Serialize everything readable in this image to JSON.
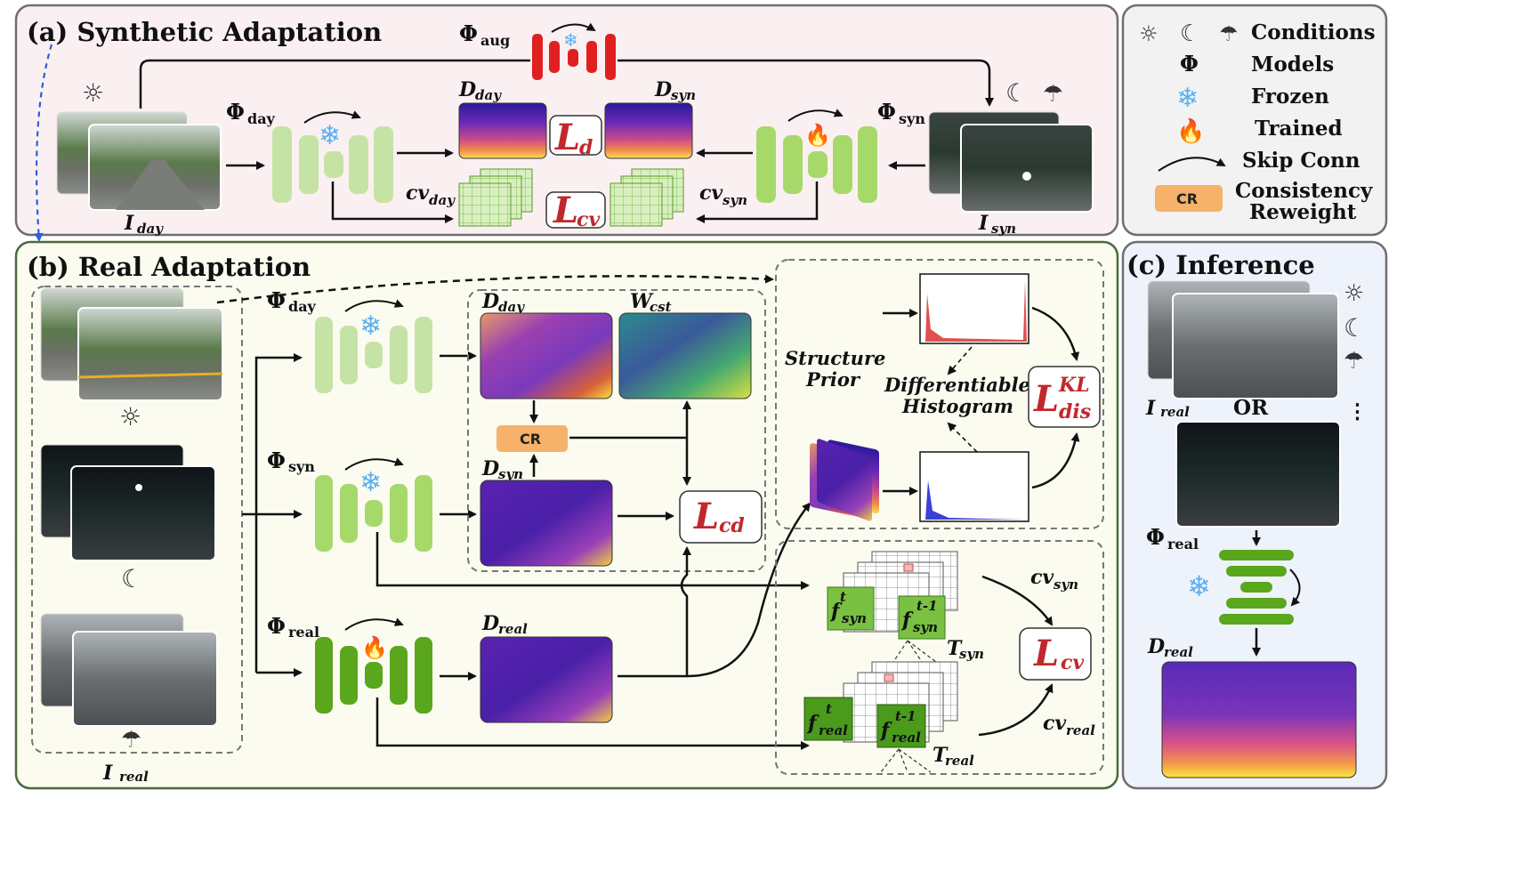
{
  "panels": {
    "a_title": "(a) Synthetic Adaptation",
    "b_title": "(b) Real Adaptation",
    "c_title": "(c) Inference"
  },
  "legend": {
    "conditions": "Conditions",
    "models": "Models",
    "frozen": "Frozen",
    "trained": "Trained",
    "skip_conn": "Skip Conn",
    "cr_badge": "CR",
    "consistency_line1": "Consistency",
    "consistency_line2": "Reweight"
  },
  "symbols": {
    "phi": "Φ",
    "I": "I",
    "D": "D",
    "W": "W",
    "cv": "cv",
    "L": "L",
    "T": "T",
    "f": "f"
  },
  "subscripts": {
    "aug": "aug",
    "day": "day",
    "syn": "syn",
    "real": "real",
    "cst": "cst",
    "d": "d",
    "cd": "cd",
    "dis": "dis",
    "KL": "KL",
    "t": "t",
    "t_minus_1": "t-1"
  },
  "labels": {
    "cr": "CR",
    "structure_prior_1": "Structure",
    "structure_prior_2": "Prior",
    "diff_hist_1": "Differentiable",
    "diff_hist_2": "Histogram",
    "or": "OR",
    "dots": "⋮"
  },
  "icons": {
    "sun": "sun-icon",
    "moon": "moon-icon",
    "rain": "rain-cloud-icon",
    "snowflake": "snowflake-icon",
    "fire": "fire-icon",
    "sun_char": "☼",
    "moon_char": "☾",
    "rain_char": "☂",
    "snow_char": "❄",
    "fire_char": "🔥",
    "phi_char": "Φ"
  },
  "colors": {
    "panel_a_bg": "#fbf0f1",
    "panel_b_bg": "#fbfbf0",
    "panel_c_bg": "#eef2fb",
    "legend_bg": "#f2f2f2",
    "loss_red": "#c0282d",
    "frozen_green": "#c6e3a6",
    "mid_green": "#a6d96a",
    "trained_green": "#5aa61c",
    "aug_red": "#e02020",
    "cr_orange": "#f6b26b",
    "snow_blue": "#5ab0f0",
    "skip_blue": "#2b5fd9"
  }
}
